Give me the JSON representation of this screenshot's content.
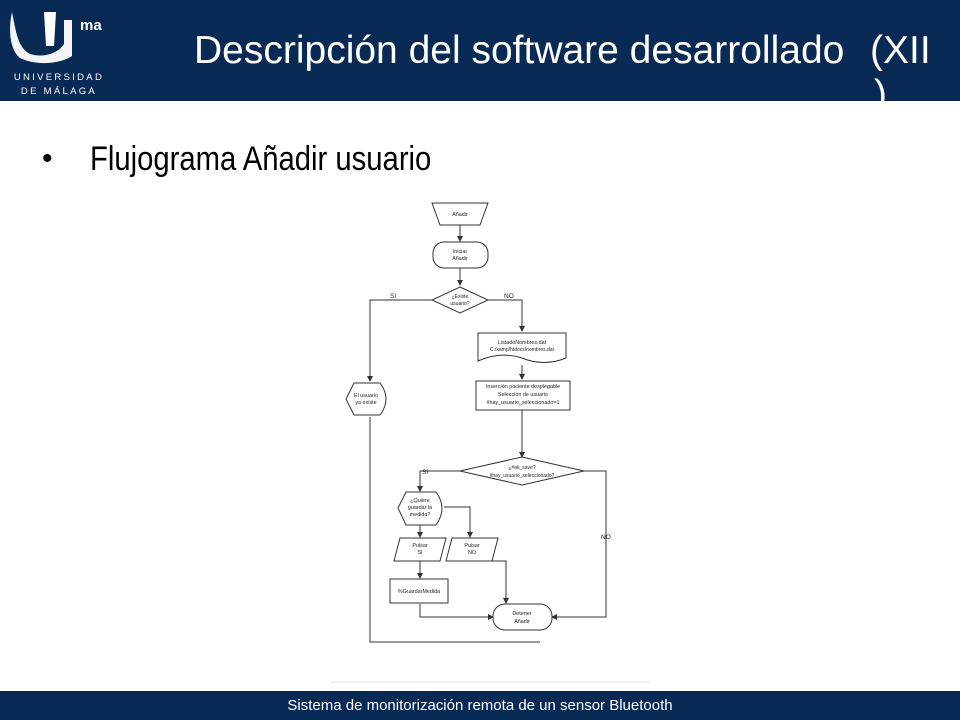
{
  "header": {
    "logo_top": "ma",
    "logo_line1": "UNIVERSIDAD",
    "logo_line2": "DE MÁLAGA",
    "title": "Descripción del software desarrollado",
    "title_suffix": "(XII",
    "title_suffix2": ")"
  },
  "content": {
    "bullet": "•",
    "heading": "Flujograma Añadir usuario"
  },
  "flowchart": {
    "start": "Añadir",
    "init_l1": "Iniciar",
    "init_l2": "Añadir",
    "exists_l1": "¿Existe",
    "exists_l2": "usuario?",
    "si1": "SI",
    "no1": "NO",
    "listado_l1": "ListadoNombres.dat",
    "listado_l2": "C:/xamp/htdocs/nombres.dat",
    "user_exists_l1": "El usuario",
    "user_exists_l2": "ya existe",
    "insert_l1": "Inserción paciente desplegable",
    "insert_l2": "Selección de usuario",
    "insert_l3": "#hay_usuario_seleccionado=1",
    "oksave_l1": "¿#ok_save?",
    "oksave_l2": "#hay_usuario_seleccionado?",
    "si2": "SI",
    "no2": "NO",
    "quiere_l1": "¿Quiere",
    "quiere_l2": "guardar la",
    "quiere_l3": "medida?",
    "pulsar_si_l1": "Pulsar",
    "pulsar_si_l2": "SI",
    "pulsar_no_l1": "Pulsar",
    "pulsar_no_l2": "NO",
    "guardar": "%GuardarMedida",
    "detener_l1": "Detener",
    "detener_l2": "Añadir"
  },
  "footer": {
    "text": "Sistema de monitorización remota de un sensor Bluetooth"
  }
}
